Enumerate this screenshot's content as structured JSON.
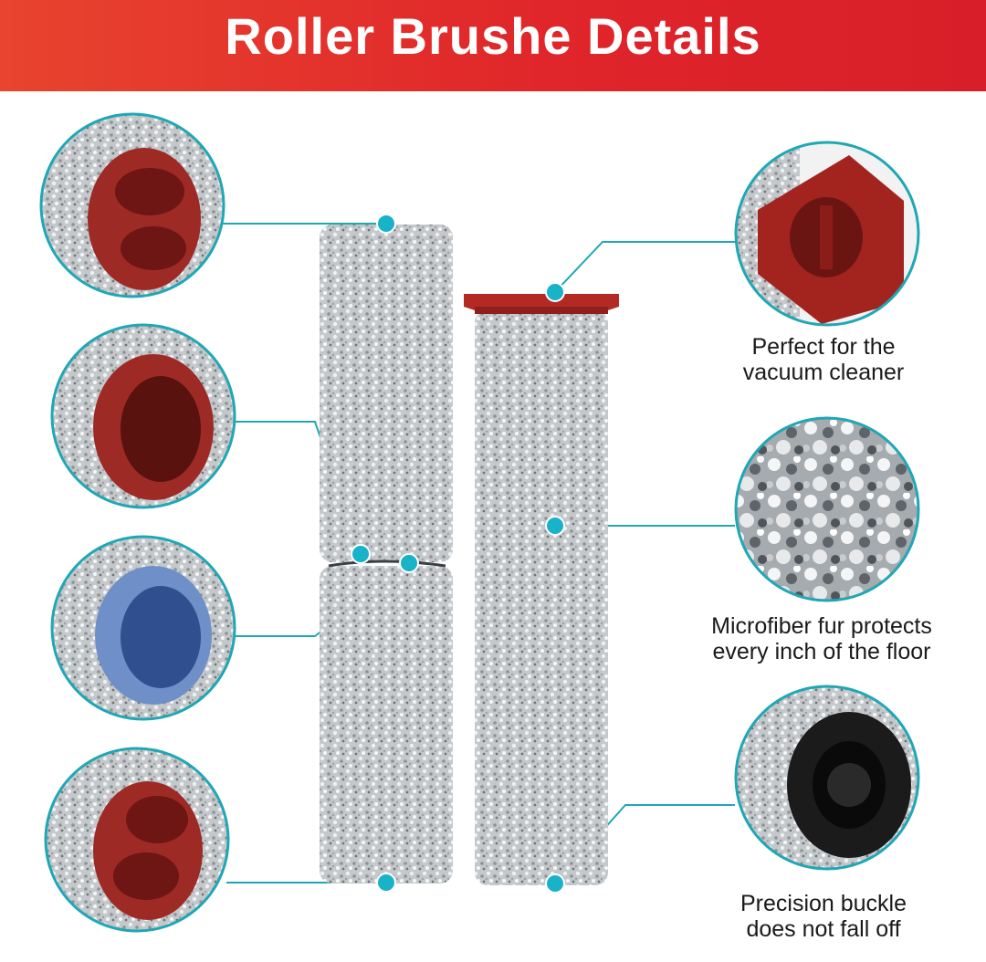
{
  "banner": {
    "title": "Roller Brushe Details",
    "gradient_start": "#e8442f",
    "gradient_end": "#d81e28"
  },
  "colors": {
    "callout_line": "#1fa7b5",
    "dot": "#19b3c9",
    "circle_border": "#1fa7b5",
    "fur": "#bfc3c6",
    "end_cap_red": "#9e2a25",
    "end_cap_blue": "#6f8fc8",
    "end_cap_black": "#1b1b1b"
  },
  "features": [
    {
      "lines": [
        "Perfect for the",
        "vacuum cleaner"
      ]
    },
    {
      "lines": [
        "Microfiber fur protects",
        "every inch of the floor"
      ]
    },
    {
      "lines": [
        "Precision buckle",
        "does not fall off"
      ]
    }
  ],
  "detail_circles": [
    {
      "side": "left",
      "icon": "red-double-slot-end-cap"
    },
    {
      "side": "left",
      "icon": "red-hollow-end-cap"
    },
    {
      "side": "left",
      "icon": "blue-hollow-end-cap"
    },
    {
      "side": "left",
      "icon": "red-double-slot-end-cap"
    },
    {
      "side": "right",
      "icon": "red-flange-end-cap"
    },
    {
      "side": "right",
      "icon": "microfiber-closeup"
    },
    {
      "side": "right",
      "icon": "black-gear-buckle-end-cap"
    }
  ]
}
